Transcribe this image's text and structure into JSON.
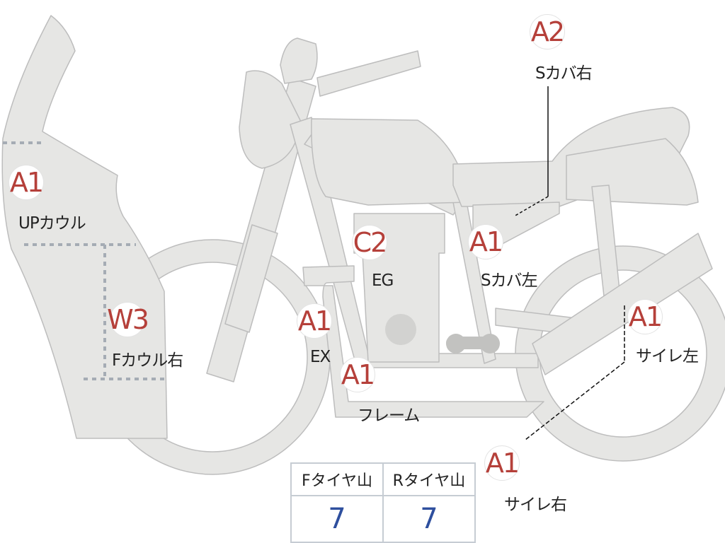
{
  "parts": [
    {
      "id": "up-cowl",
      "grade": "A1",
      "label": "UPカウル"
    },
    {
      "id": "f-cowl-right",
      "grade": "W3",
      "label": "Fカウル右"
    },
    {
      "id": "engine",
      "grade": "C2",
      "label": "EG"
    },
    {
      "id": "exhaust",
      "grade": "A1",
      "label": "EX"
    },
    {
      "id": "frame",
      "grade": "A1",
      "label": "フレーム"
    },
    {
      "id": "side-cover-right",
      "grade": "A2",
      "label": "Sカバ右"
    },
    {
      "id": "side-cover-left",
      "grade": "A1",
      "label": "Sカバ左"
    },
    {
      "id": "muffler-left",
      "grade": "A1",
      "label": "サイレ左"
    },
    {
      "id": "muffler-right",
      "grade": "A1",
      "label": "サイレ右"
    }
  ],
  "tire_table": {
    "headers": [
      "Fタイヤ山",
      "Rタイヤ山"
    ],
    "values": [
      "7",
      "7"
    ]
  },
  "colors": {
    "body_fill": "#e6e6e4",
    "body_stroke": "#bdbdbd",
    "grade_text": "#b5403a",
    "table_value": "#2e4f9e"
  }
}
